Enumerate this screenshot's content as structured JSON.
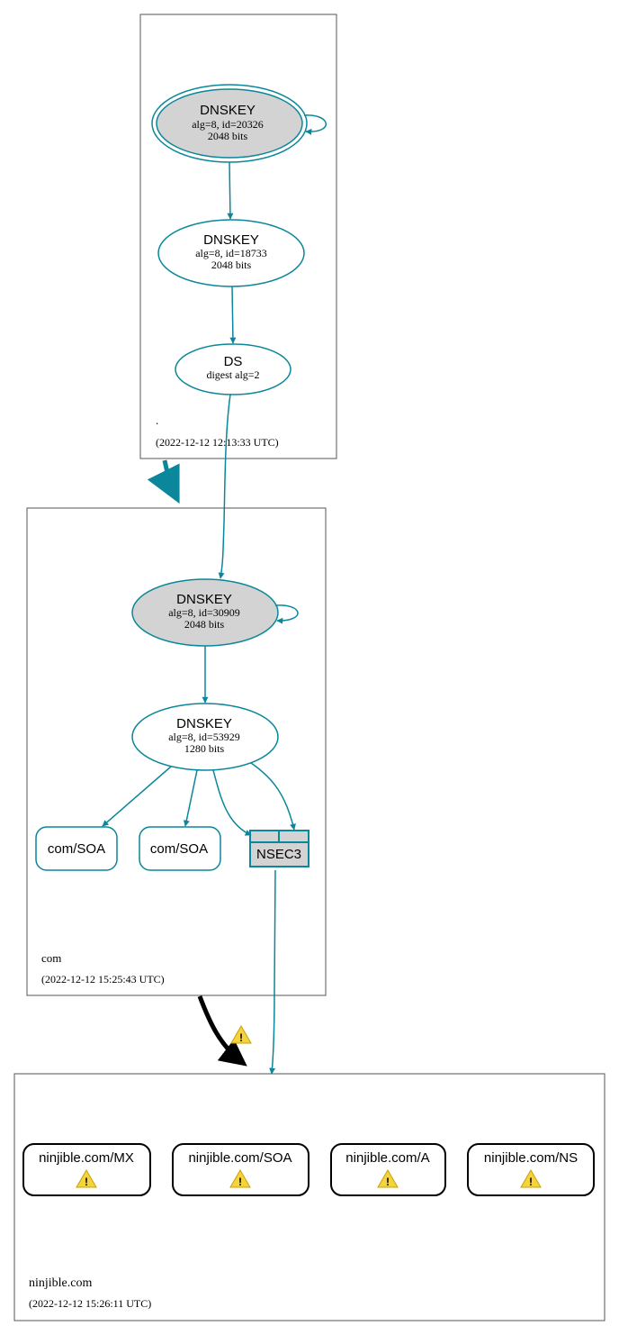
{
  "colors": {
    "edge": "#0a879a",
    "key_fill": "#d3d3d3",
    "zone_border": "#555555",
    "warn_fill": "#f5d33a",
    "delegation_insecure": "#000000"
  },
  "zones": [
    {
      "name": ".",
      "timestamp": "(2022-12-12 12:13:33 UTC)"
    },
    {
      "name": "com",
      "timestamp": "(2022-12-12 15:25:43 UTC)"
    },
    {
      "name": "ninjible.com",
      "timestamp": "(2022-12-12 15:26:11 UTC)"
    }
  ],
  "root": {
    "ksk": {
      "title": "DNSKEY",
      "line1": "alg=8, id=20326",
      "line2": "2048 bits"
    },
    "zsk": {
      "title": "DNSKEY",
      "line1": "alg=8, id=18733",
      "line2": "2048 bits"
    },
    "ds": {
      "title": "DS",
      "line1": "digest alg=2"
    }
  },
  "com": {
    "ksk": {
      "title": "DNSKEY",
      "line1": "alg=8, id=30909",
      "line2": "2048 bits"
    },
    "zsk": {
      "title": "DNSKEY",
      "line1": "alg=8, id=53929",
      "line2": "1280 bits"
    },
    "rrsets": [
      "com/SOA",
      "com/SOA"
    ],
    "nsec3": "NSEC3"
  },
  "ninjible": {
    "rrsets": [
      "ninjible.com/MX",
      "ninjible.com/SOA",
      "ninjible.com/A",
      "ninjible.com/NS"
    ]
  },
  "warning_glyph": "!"
}
